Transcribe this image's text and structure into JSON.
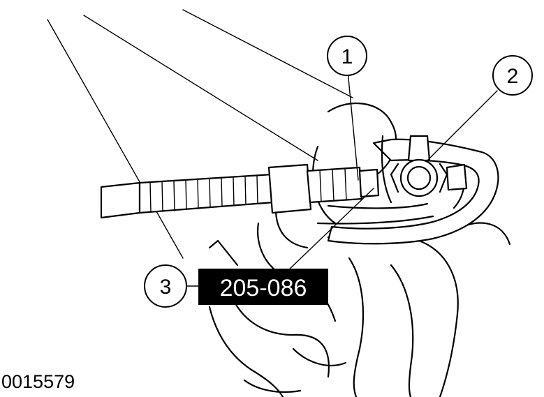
{
  "callouts": [
    {
      "label": "1"
    },
    {
      "label": "2"
    },
    {
      "label": "3"
    }
  ],
  "tool_number": "205-086",
  "figure_id": "0015579"
}
